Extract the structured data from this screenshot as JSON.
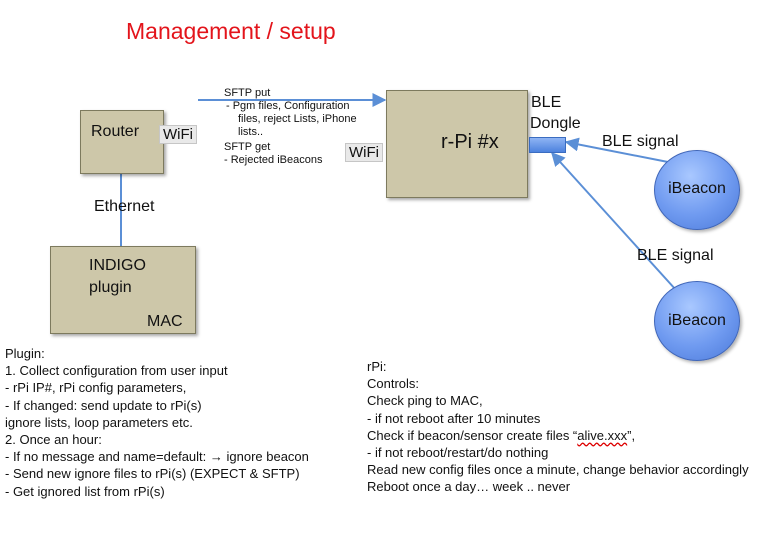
{
  "title": "Management / setup",
  "router": {
    "label": "Router",
    "wifi": "WiFi"
  },
  "ethernet_label": "Ethernet",
  "indigo": {
    "line1": "INDIGO",
    "line2": "plugin",
    "mac": "MAC"
  },
  "rpi": {
    "label": "r-Pi #x",
    "wifi": "WiFi"
  },
  "dongle": {
    "line1": "BLE",
    "line2": "Dongle"
  },
  "ble_signal_1": "BLE signal",
  "ble_signal_2": "BLE signal",
  "ibeacon_1": "iBeacon",
  "ibeacon_2": "iBeacon",
  "sftp": {
    "put_heading": "SFTP put",
    "put_items": [
      "-   Pgm files, Configuration",
      "files, reject Lists, iPhone",
      "lists.."
    ],
    "get_heading": "SFTP get",
    "get_item": "- Rejected iBeacons"
  },
  "plugin_notes": [
    "Plugin:",
    "1.  Collect configuration from user input",
    "-     rPi IP#, rPi config parameters,",
    "-     If changed: send update to rPi(s)",
    "       ignore lists, loop parameters etc.",
    "2. Once an hour:",
    "-      If no message and name=default: → ignore beacon",
    "-      Send new ignore files to rPi(s)  (EXPECT & SFTP)",
    "-      Get ignored list from rPi(s)"
  ],
  "rpi_notes": {
    "lines": [
      "rPi:",
      "Controls:",
      "Check ping to MAC,",
      "-  if not reboot after 10 minutes"
    ],
    "check_prefix": "Check if beacon/sensor create files “",
    "check_file": "alive.xxx",
    "check_suffix": "”,",
    "lines_after": [
      "-      if not reboot/restart/do nothing",
      "Read new config files once a minute, change behavior accordingly",
      "Reboot once a day… week .. never"
    ]
  },
  "colors": {
    "title": "#e3141b",
    "box_fill": "#cdc7a9",
    "connector": "#5b8fd6",
    "beacon": "#6f9af0"
  }
}
